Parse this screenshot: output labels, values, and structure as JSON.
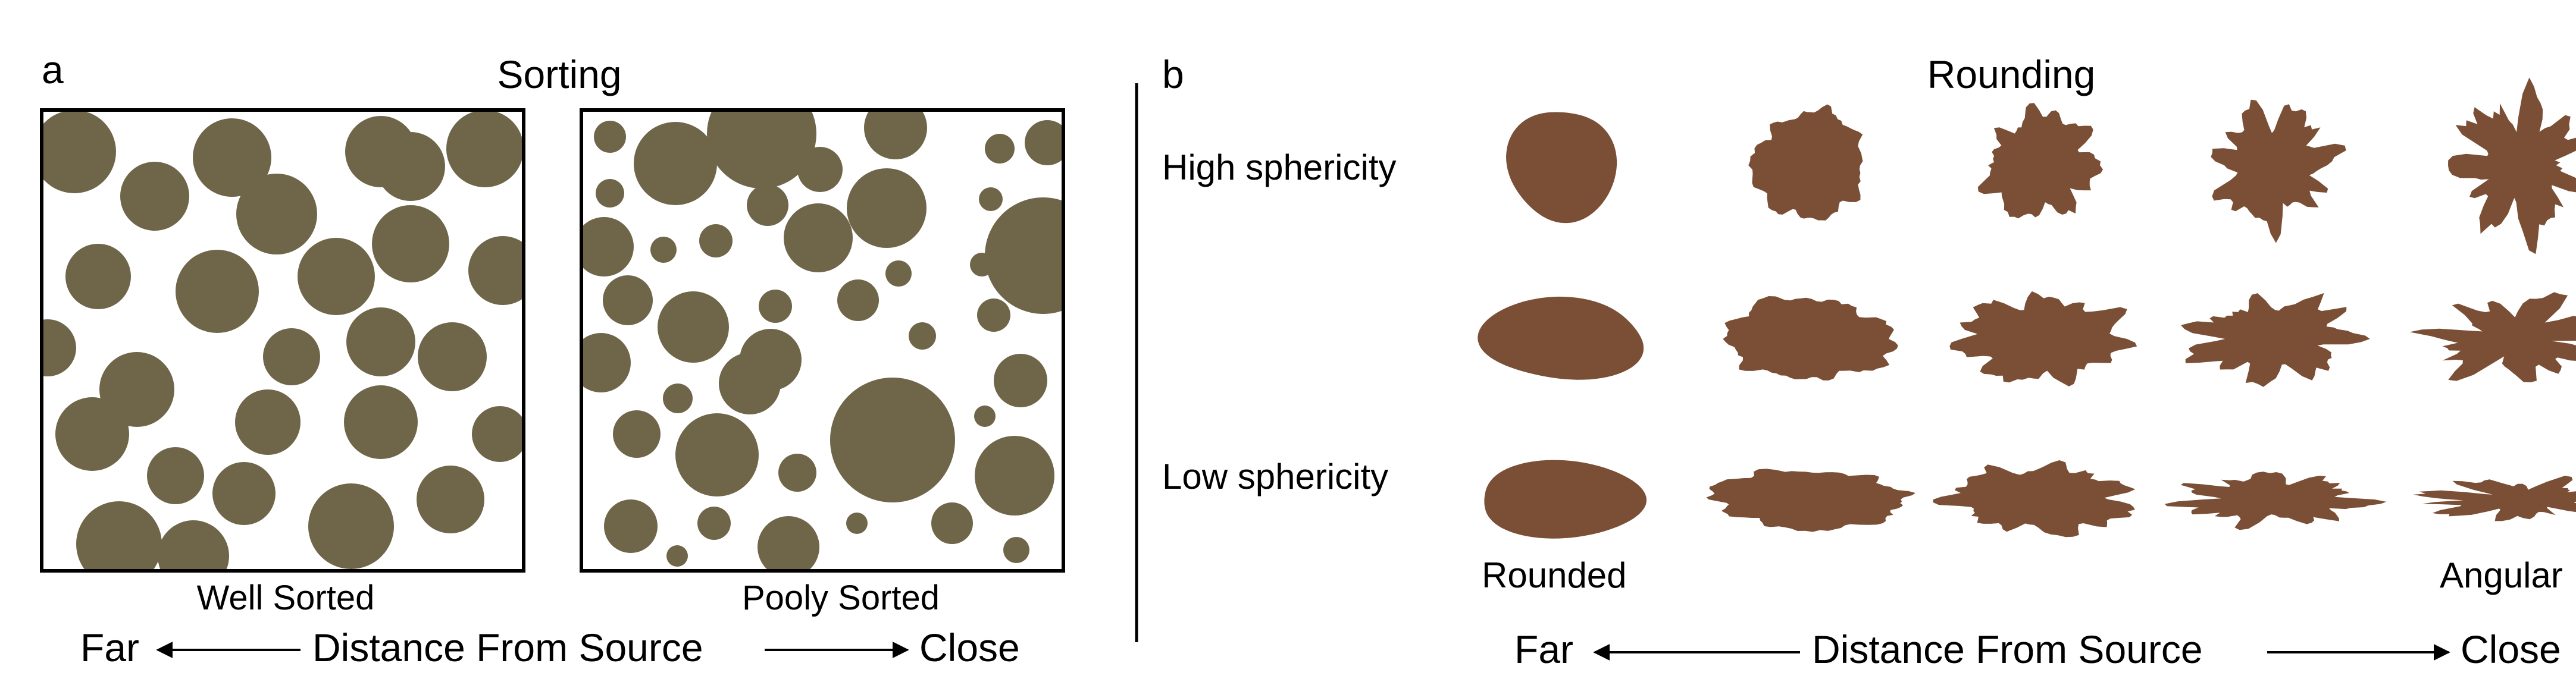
{
  "panel_a": {
    "letter": "a",
    "title": "Sorting",
    "boxes": [
      {
        "label": "Well Sorted"
      },
      {
        "label": "Pooly Sorted"
      }
    ],
    "axis": {
      "far": "Far",
      "center": "Distance From Source",
      "close": "Close"
    }
  },
  "panel_b": {
    "letter": "b",
    "title": "Rounding",
    "row_labels": {
      "high": "High sphericity",
      "low": "Low sphericity"
    },
    "end_labels": {
      "rounded": "Rounded",
      "angular": "Angular"
    },
    "axis": {
      "far": "Far",
      "center": "Distance From Source",
      "close": "Close"
    }
  },
  "colors": {
    "grain": "#6f664a",
    "particle": "#7a4f35",
    "frame": "#000000"
  }
}
